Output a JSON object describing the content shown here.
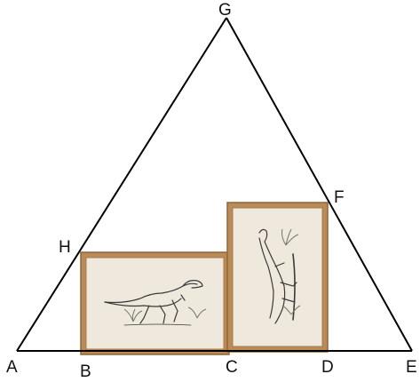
{
  "points": {
    "A": "A",
    "B": "B",
    "C": "C",
    "D": "D",
    "E": "E",
    "F": "F",
    "G": "G",
    "H": "H"
  },
  "colors": {
    "line": "#000000",
    "frame_wood": "#b98b58",
    "frame_wood_dark": "#8f6537",
    "mat": "#efe9dd",
    "sketch": "#3a3a3a",
    "foliage": "#6f7a68"
  },
  "pictures": [
    {
      "subject": "t-rex-walking-sketch",
      "orientation": "landscape"
    },
    {
      "subject": "t-rex-upright-sketch",
      "orientation": "portrait"
    }
  ]
}
